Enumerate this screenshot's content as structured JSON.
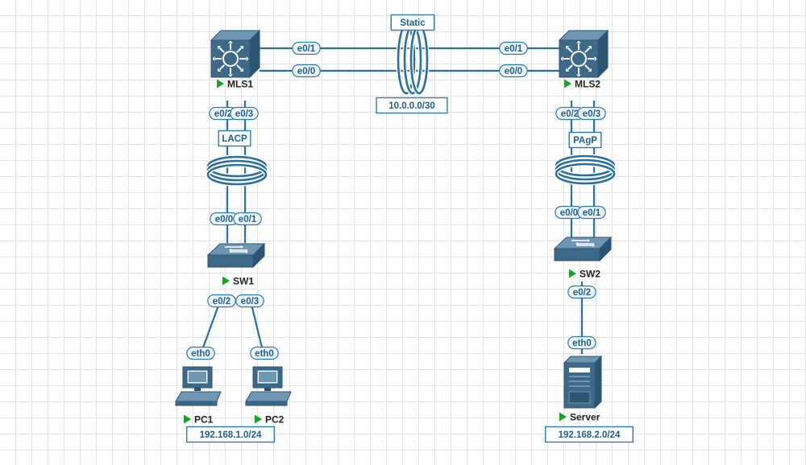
{
  "colors": {
    "link": "#2a6fa1",
    "device": "#3d6a89",
    "device_dark": "#2b5573",
    "device_light": "#6f97b3",
    "label_border": "#2a7bb5",
    "label_text": "#1f5f8f",
    "pill_fill": "#eef5fb",
    "status_running": "#1e9e2e"
  },
  "devices": [
    {
      "id": "mls1",
      "type": "multilayer-switch",
      "label": "MLS1",
      "status": "running",
      "icon": "multilayer-switch-icon"
    },
    {
      "id": "mls2",
      "type": "multilayer-switch",
      "label": "MLS2",
      "status": "running",
      "icon": "multilayer-switch-icon"
    },
    {
      "id": "sw1",
      "type": "switch",
      "label": "SW1",
      "status": "running",
      "icon": "switch-icon"
    },
    {
      "id": "sw2",
      "type": "switch",
      "label": "SW2",
      "status": "running",
      "icon": "switch-icon"
    },
    {
      "id": "pc1",
      "type": "pc",
      "label": "PC1",
      "status": "running",
      "icon": "pc-icon"
    },
    {
      "id": "pc2",
      "type": "pc",
      "label": "PC2",
      "status": "running",
      "icon": "pc-icon"
    },
    {
      "id": "server",
      "type": "server",
      "label": "Server",
      "status": "running",
      "icon": "server-icon"
    }
  ],
  "links": [
    {
      "id": "mls1-mls2-a",
      "a_port": "e0/1",
      "b_port": "e0/1"
    },
    {
      "id": "mls1-mls2-b",
      "a_port": "e0/0",
      "b_port": "e0/0"
    },
    {
      "id": "mls1-sw1-a",
      "a_port": "e0/2",
      "b_port": "e0/0"
    },
    {
      "id": "mls1-sw1-b",
      "a_port": "e0/3",
      "b_port": "e0/1"
    },
    {
      "id": "mls2-sw2-a",
      "a_port": "e0/2",
      "b_port": "e0/0"
    },
    {
      "id": "mls2-sw2-b",
      "a_port": "e0/3",
      "b_port": "e0/1"
    },
    {
      "id": "sw1-pc1",
      "a_port": "e0/2",
      "b_port": "eth0"
    },
    {
      "id": "sw1-pc2",
      "a_port": "e0/3",
      "b_port": "eth0"
    },
    {
      "id": "sw2-server",
      "a_port": "e0/2",
      "b_port": "eth0"
    }
  ],
  "bundles": [
    {
      "id": "static",
      "label": "Static"
    },
    {
      "id": "lacp",
      "label": "LACP"
    },
    {
      "id": "pagp",
      "label": "PAgP"
    }
  ],
  "networks": [
    {
      "id": "net-mls",
      "label": "10.0.0.0/30"
    },
    {
      "id": "net-left",
      "label": "192.168.1.0/24"
    },
    {
      "id": "net-right",
      "label": "192.168.2.0/24"
    }
  ]
}
